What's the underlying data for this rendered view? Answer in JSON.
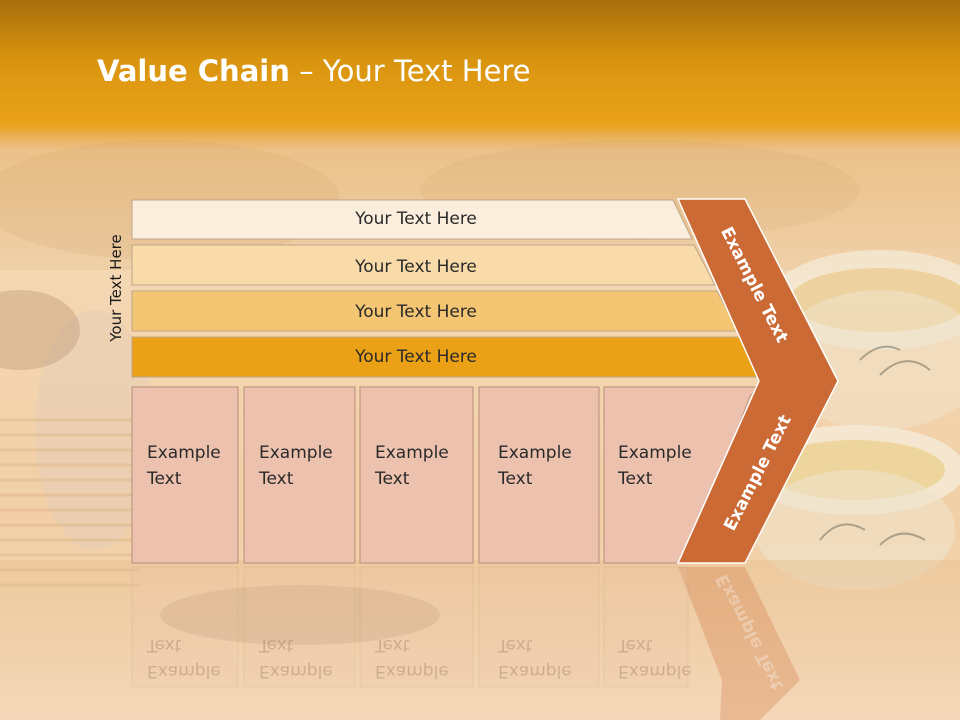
{
  "title": {
    "bold": "Value Chain",
    "rest": " – Your Text Here"
  },
  "side_label": "Your Text Here",
  "bars": [
    {
      "label": "Your Text Here",
      "color": "#fbeedd"
    },
    {
      "label": "Your Text Here",
      "color": "#f8dba9"
    },
    {
      "label": "Your Text Here",
      "color": "#f4c572"
    },
    {
      "label": "Your Text Here",
      "color": "#eaa116"
    }
  ],
  "boxes": [
    {
      "line1": "Example",
      "line2": "Text"
    },
    {
      "line1": "Example",
      "line2": "Text"
    },
    {
      "line1": "Example",
      "line2": "Text"
    },
    {
      "line1": "Example",
      "line2": "Text"
    },
    {
      "line1": "Example",
      "line2": "Text"
    }
  ],
  "arrow": {
    "upper_label": "Example Text",
    "lower_label": "Example Text",
    "color": "#cc6a35"
  },
  "colors": {
    "box_fill": "#ecc2ae",
    "box_stroke": "#b98c78"
  }
}
